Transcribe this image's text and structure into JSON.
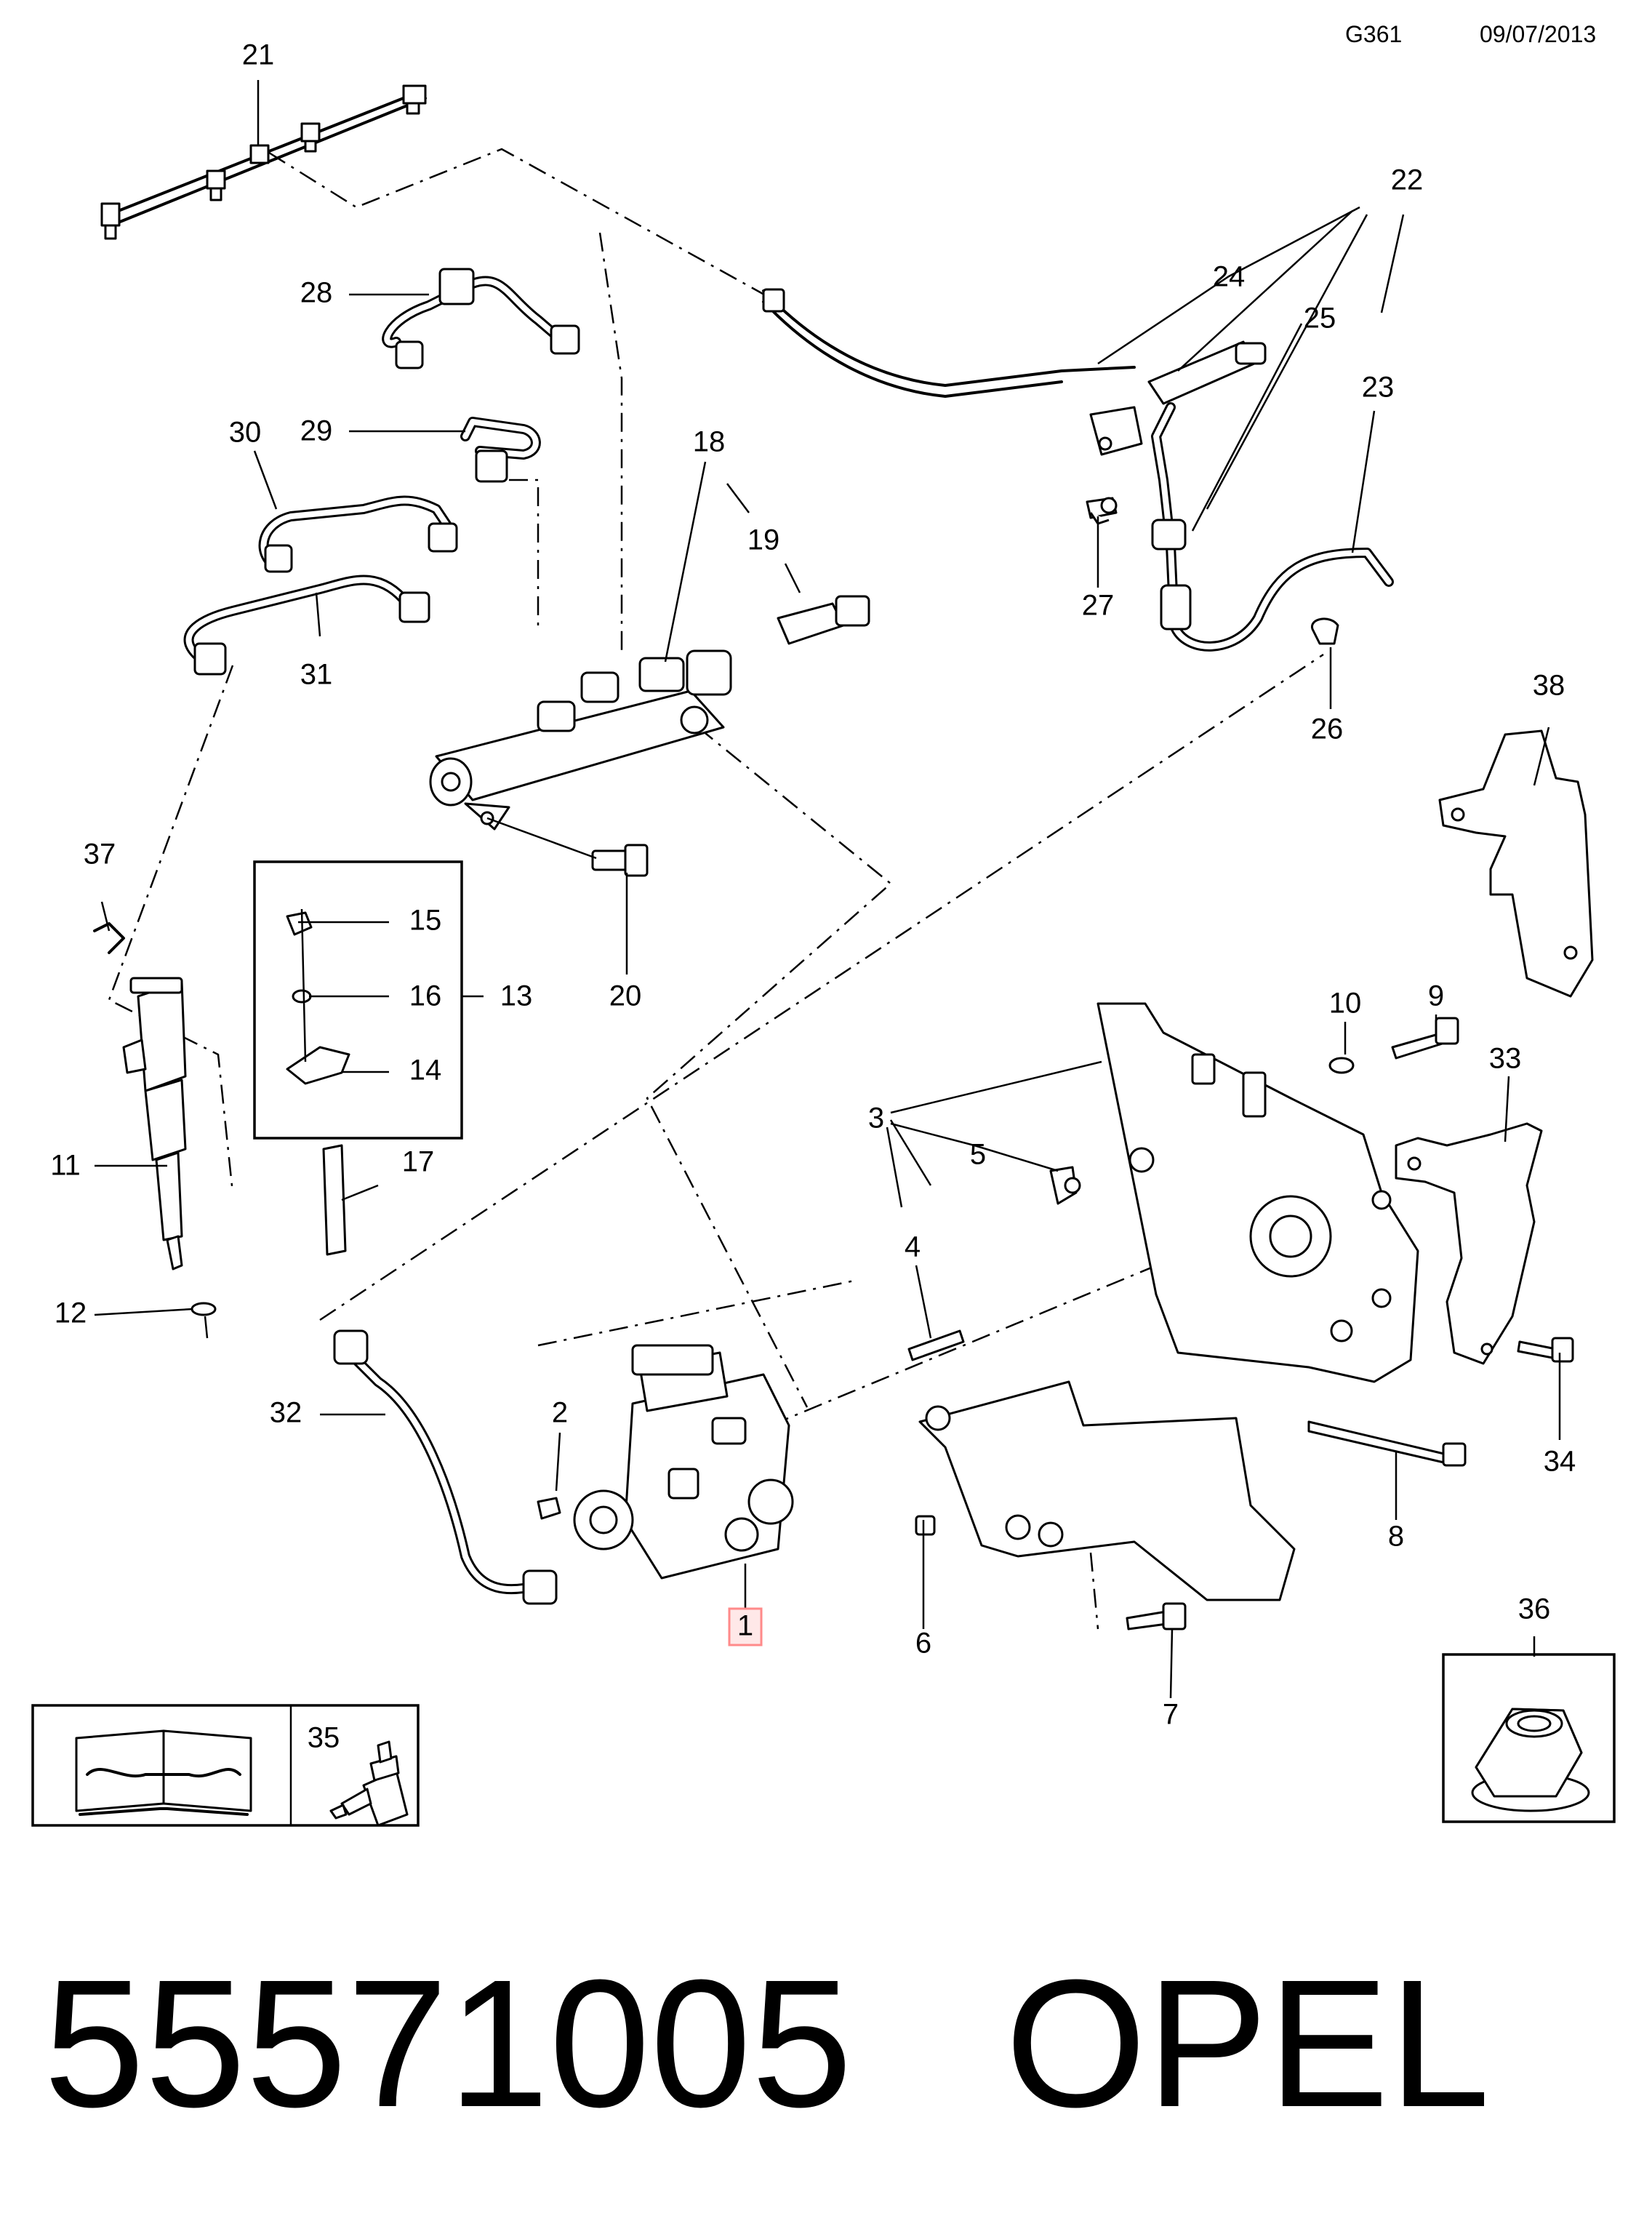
{
  "header": {
    "code": "G361",
    "date": "09/07/2013"
  },
  "callouts": {
    "c1": "1",
    "c2": "2",
    "c3": "3",
    "c4": "4",
    "c5": "5",
    "c6": "6",
    "c7": "7",
    "c8": "8",
    "c9": "9",
    "c10": "10",
    "c11": "11",
    "c12": "12",
    "c13": "13",
    "c14": "14",
    "c15": "15",
    "c16": "16",
    "c17": "17",
    "c18": "18",
    "c19": "19",
    "c20": "20",
    "c21": "21",
    "c22": "22",
    "c23": "23",
    "c24": "24",
    "c25": "25",
    "c26": "26",
    "c27": "27",
    "c28": "28",
    "c29": "29",
    "c30": "30",
    "c31": "31",
    "c32": "32",
    "c33": "33",
    "c34": "34",
    "c35": "35",
    "c36": "36",
    "c37": "37",
    "c38": "38"
  },
  "highlight_color": "#ff8a8a",
  "footer": {
    "part_number": "55571005",
    "brand": "OPEL"
  }
}
